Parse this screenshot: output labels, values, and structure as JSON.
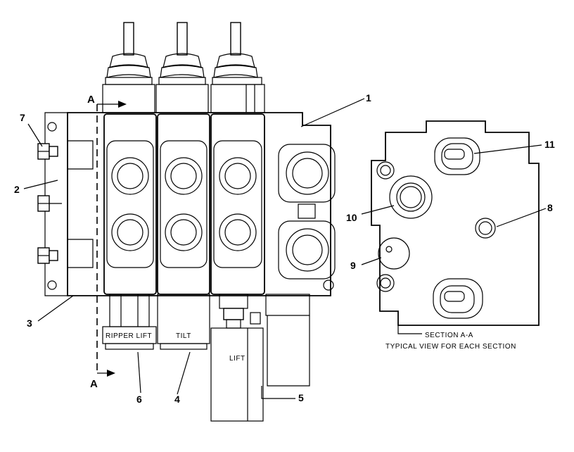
{
  "callouts": {
    "c1": "1",
    "c2": "2",
    "c3": "3",
    "c4": "4",
    "c5": "5",
    "c6": "6",
    "c7": "7",
    "c8": "8",
    "c9": "9",
    "c10": "10",
    "c11": "11"
  },
  "section_markers": {
    "top": "A",
    "bottom": "A"
  },
  "section_labels": {
    "ripper_lift": "RIPPER  LIFT",
    "tilt": "TILT",
    "lift": "LIFT"
  },
  "section_view": {
    "title": "SECTION  A-A",
    "subtitle": "TYPICAL  VIEW  FOR  EACH  SECTION"
  }
}
